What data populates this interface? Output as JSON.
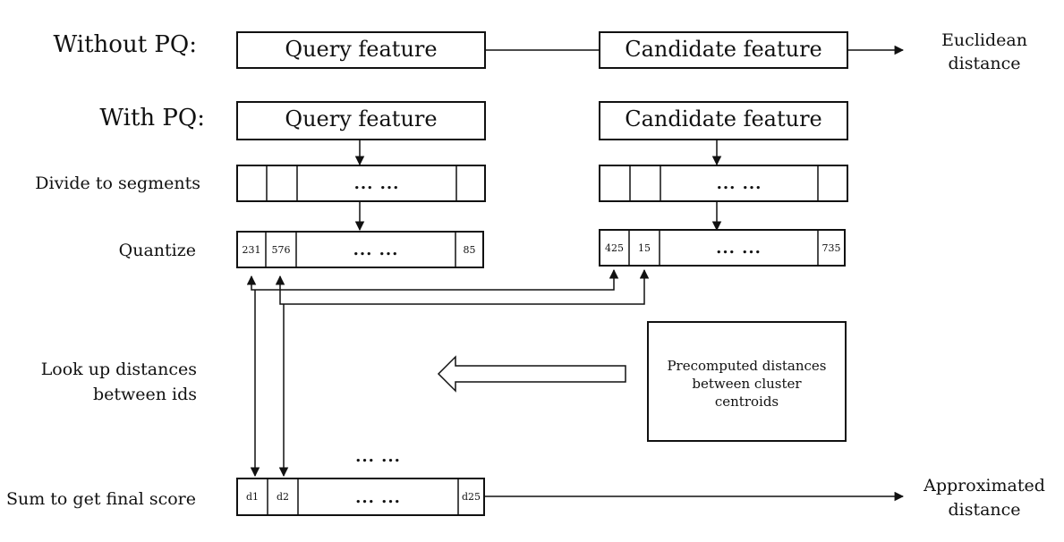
{
  "labels": {
    "without_pq": "Without PQ:",
    "with_pq": "With PQ:",
    "divide": "Divide to segments",
    "quantize": "Quantize",
    "lookup_line1": "Look up distances",
    "lookup_line2": "between ids",
    "sum": "Sum to get final score"
  },
  "without_row": {
    "query": "Query feature",
    "candidate": "Candidate feature",
    "output_line1": "Euclidean",
    "output_line2": "distance"
  },
  "with_row": {
    "query": "Query feature",
    "candidate": "Candidate feature"
  },
  "ellipsis": "... ...",
  "quantize_ids": {
    "query": [
      "231",
      "576",
      "85"
    ],
    "candidate": [
      "425",
      "15",
      "735"
    ]
  },
  "precomputed": {
    "line1": "Precomputed distances",
    "line2": "between cluster",
    "line3": "centroids"
  },
  "sum_row": {
    "cells": [
      "d1",
      "d2",
      "d25"
    ],
    "output_line1": "Approximated",
    "output_line2": "distance"
  }
}
